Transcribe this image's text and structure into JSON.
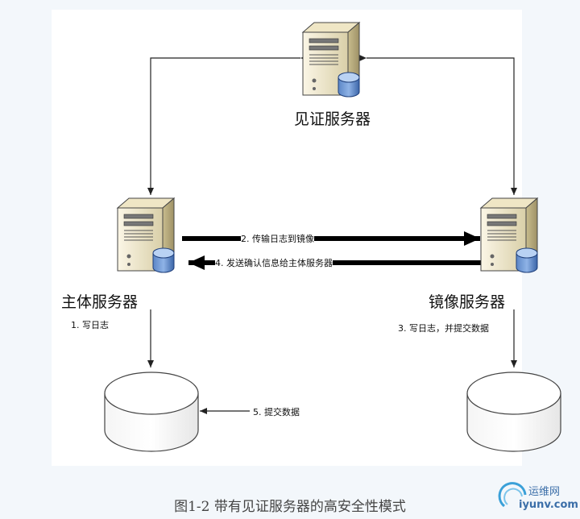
{
  "nodes": {
    "witness": {
      "label": "见证服务器"
    },
    "principal": {
      "label": "主体服务器"
    },
    "mirror": {
      "label": "镜像服务器"
    }
  },
  "edges": [
    {
      "id": "e1",
      "label": "1. 写日志"
    },
    {
      "id": "e2",
      "label": "2. 传输日志到镜像"
    },
    {
      "id": "e3",
      "label": "3. 写日志，并提交数据"
    },
    {
      "id": "e4",
      "label": "4. 发送确认信息给主体服务器"
    },
    {
      "id": "e5",
      "label": "5. 提交数据"
    }
  ],
  "caption": "图1-2 带有见证服务器的高安全性模式",
  "watermark": {
    "text": "运维网",
    "url": "iyunv.com"
  }
}
